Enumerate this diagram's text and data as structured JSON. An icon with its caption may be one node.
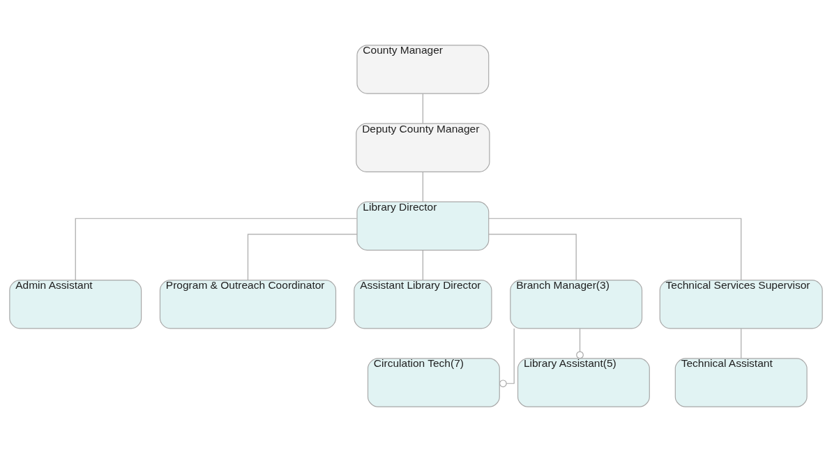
{
  "diagram": {
    "nodes": [
      {
        "text": [
          "County Manager"
        ]
      },
      {
        "text": [
          "Deputy County Manager"
        ]
      },
      {
        "text": [
          "Library Director"
        ]
      },
      {
        "text": [
          "Admin Assistant"
        ]
      },
      {
        "text": [
          "Program & Outreach Coordinator"
        ]
      },
      {
        "text": [
          "Assistant Library Director"
        ]
      },
      {
        "text": [
          "Branch Manager(3)"
        ]
      },
      {
        "text": [
          "Technical Services Supervisor"
        ]
      },
      {
        "text": [
          "Circulation Tech(7)"
        ]
      },
      {
        "text": [
          "Library Assistant(5)"
        ]
      },
      {
        "text": [
          "Technical Assistant"
        ]
      }
    ],
    "edges": [
      {
        "from": 0,
        "to": 1,
        "arrow": "none"
      },
      {
        "from": 1,
        "to": 2,
        "arrow": "none"
      },
      {
        "from": 2,
        "to": 3,
        "arrow": "none"
      },
      {
        "from": 2,
        "to": 4,
        "arrow": "none"
      },
      {
        "from": 2,
        "to": 5,
        "arrow": "none"
      },
      {
        "from": 2,
        "to": 6,
        "arrow": "none"
      },
      {
        "from": 2,
        "to": 7,
        "arrow": "none"
      },
      {
        "from": 6,
        "to": 8,
        "arrow": "other"
      },
      {
        "from": 6,
        "to": 9,
        "arrow": "other"
      },
      {
        "from": 7,
        "to": 10,
        "arrow": "none"
      }
    ]
  }
}
